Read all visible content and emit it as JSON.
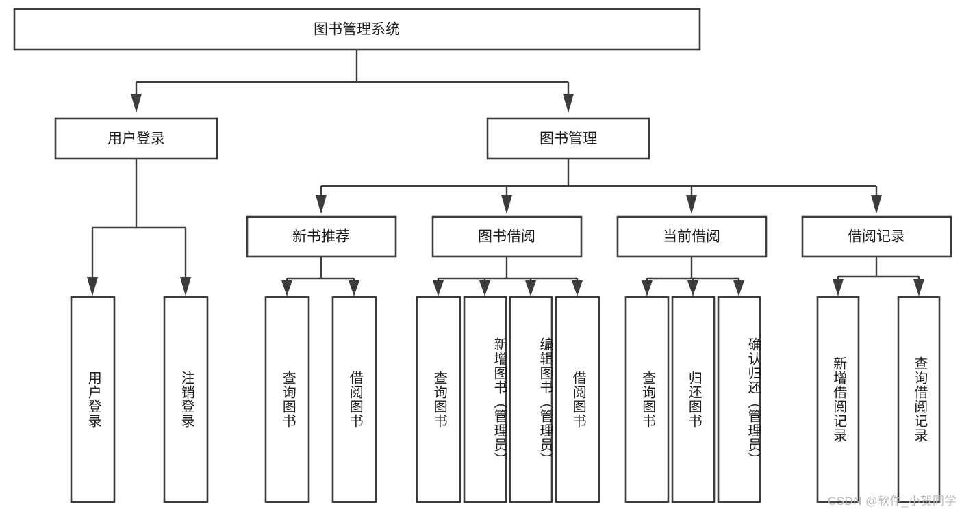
{
  "diagram": {
    "type": "tree-hierarchy",
    "title": "图书管理系统",
    "watermark": "CSDN @软件_小贺同学",
    "colors": {
      "box_stroke": "#3c3c3c",
      "box_fill": "#ffffff",
      "edge": "#3c3c3c",
      "text": "#1d1d1d",
      "background": "#ffffff",
      "watermark": "#b9b9b9"
    },
    "root": {
      "label": "图书管理系统",
      "orientation": "horizontal"
    },
    "level2": [
      {
        "label": "用户登录",
        "orientation": "horizontal"
      },
      {
        "label": "图书管理",
        "orientation": "horizontal"
      }
    ],
    "level3": [
      {
        "label": "新书推荐",
        "orientation": "horizontal",
        "parent": "图书管理"
      },
      {
        "label": "图书借阅",
        "orientation": "horizontal",
        "parent": "图书管理"
      },
      {
        "label": "当前借阅",
        "orientation": "horizontal",
        "parent": "图书管理"
      },
      {
        "label": "借阅记录",
        "orientation": "horizontal",
        "parent": "图书管理"
      }
    ],
    "leaves": {
      "user_login": [
        {
          "label": "用户登录",
          "orientation": "vertical"
        },
        {
          "label": "注销登录",
          "orientation": "vertical"
        }
      ],
      "new_book_recommend": [
        {
          "label": "查询图书",
          "orientation": "vertical"
        },
        {
          "label": "借阅图书",
          "orientation": "vertical"
        }
      ],
      "book_borrow": [
        {
          "label": "查询图书",
          "orientation": "vertical"
        },
        {
          "label": "新增图书（管理员）",
          "orientation": "vertical"
        },
        {
          "label": "编辑图书（管理员）",
          "orientation": "vertical"
        },
        {
          "label": "借阅图书",
          "orientation": "vertical"
        }
      ],
      "current_borrow": [
        {
          "label": "查询图书",
          "orientation": "vertical"
        },
        {
          "label": "归还图书",
          "orientation": "vertical"
        },
        {
          "label": "确认归还（管理员）",
          "orientation": "vertical"
        }
      ],
      "borrow_record": [
        {
          "label": "新增借阅记录",
          "orientation": "vertical"
        },
        {
          "label": "查询借阅记录",
          "orientation": "vertical"
        }
      ]
    }
  }
}
